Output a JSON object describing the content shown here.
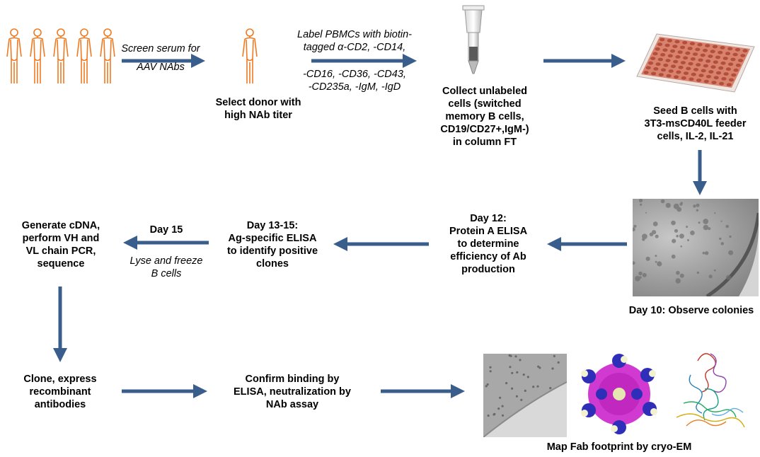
{
  "colors": {
    "arrow": "#3A5E8C",
    "human": "#F07A22",
    "plate": "#D9826E",
    "micro_bg": "#9C9C9C"
  },
  "icons": {
    "people_group": "human-silhouette",
    "donor": "human-silhouette",
    "column": "spin-column",
    "plate": "96-well-plate",
    "colonies": "microscope-image",
    "cryo_em": "cryo-em-micrograph",
    "capsid": "capsid-reconstruction",
    "fab": "fab-ribbon-structure"
  },
  "steps": {
    "screen": [
      "Screen serum for",
      "AAV NAbs"
    ],
    "select_donor": [
      "Select donor with",
      "high NAb titer"
    ],
    "label_pbmc": [
      "Label PBMCs with biotin-",
      "tagged  α-CD2, -CD14,",
      "",
      "-CD16, -CD36, -CD43,",
      "-CD235a, -IgM, -IgD"
    ],
    "collect": [
      "Collect unlabeled",
      "cells (switched",
      "memory B cells,",
      "CD19/CD27+,IgM-)",
      "in column FT"
    ],
    "seed": [
      "Seed B cells with",
      "3T3-msCD40L feeder",
      "cells, IL-2, IL-21"
    ],
    "day10": "Day 10: Observe colonies",
    "day12": [
      "Day 12:",
      "Protein A ELISA",
      "to determine",
      "efficiency of Ab",
      "production"
    ],
    "day13": [
      "Day 13-15:",
      "Ag-specific ELISA",
      "to identify positive",
      "clones"
    ],
    "day15": "Day 15",
    "lyse": [
      "Lyse and freeze",
      "B cells"
    ],
    "generate": [
      "Generate cDNA,",
      "perform VH and",
      "VL chain PCR,",
      "sequence"
    ],
    "clone": [
      "Clone, express",
      "recombinant",
      "antibodies"
    ],
    "confirm": [
      "Confirm binding by",
      "ELISA, neutralization by",
      "NAb assay"
    ],
    "map": "Map Fab footprint by cryo-EM"
  }
}
